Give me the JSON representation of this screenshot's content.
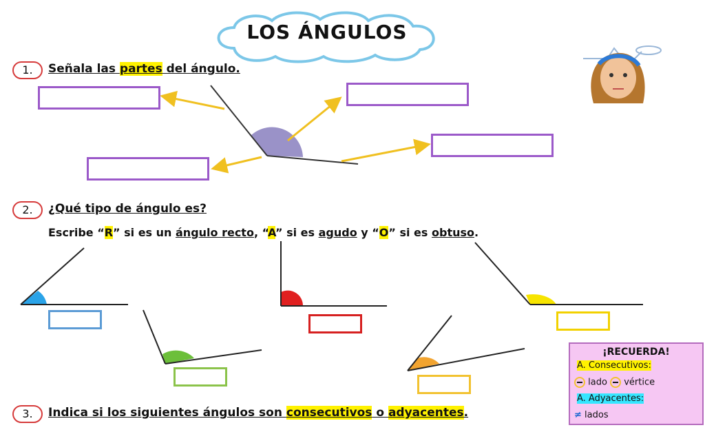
{
  "title": "LOS ÁNGULOS",
  "q1": {
    "number": "1.",
    "pre": "Señala las ",
    "highlight": "partes",
    "post": " del ángulo."
  },
  "q2": {
    "number": "2.",
    "text": "¿Qué tipo de ángulo es?"
  },
  "q2_instruction": {
    "p1": "Escribe “",
    "R": "R",
    "p2": "” si es un ",
    "recto": "ángulo recto",
    "p3": ", “",
    "A": "A",
    "p4": "” si es ",
    "agudo": "agudo",
    "p5": " y “",
    "O": "O",
    "p6": "” si es ",
    "obtuso": "obtuso",
    "p7": "."
  },
  "q3": {
    "number": "3.",
    "pre": "Indica si los siguientes ángulos son ",
    "h1": "consecutivos",
    "mid": " o ",
    "h2": "adyacentes",
    "post": "."
  },
  "recuerda": {
    "title": "¡RECUERDA!",
    "consecutivos": "A. Consecutivos:",
    "lado": " lado ",
    "vertice": " vértice",
    "adyacentes": "A. Adyacentes:",
    "lados": " lados"
  },
  "colors": {
    "purple": "#9b59c9",
    "blue": "#5b9bd5",
    "red": "#d62020",
    "yellow": "#f2d100",
    "green": "#8bc34a",
    "orange": "#f2c230",
    "arrow": "#f0c020"
  }
}
